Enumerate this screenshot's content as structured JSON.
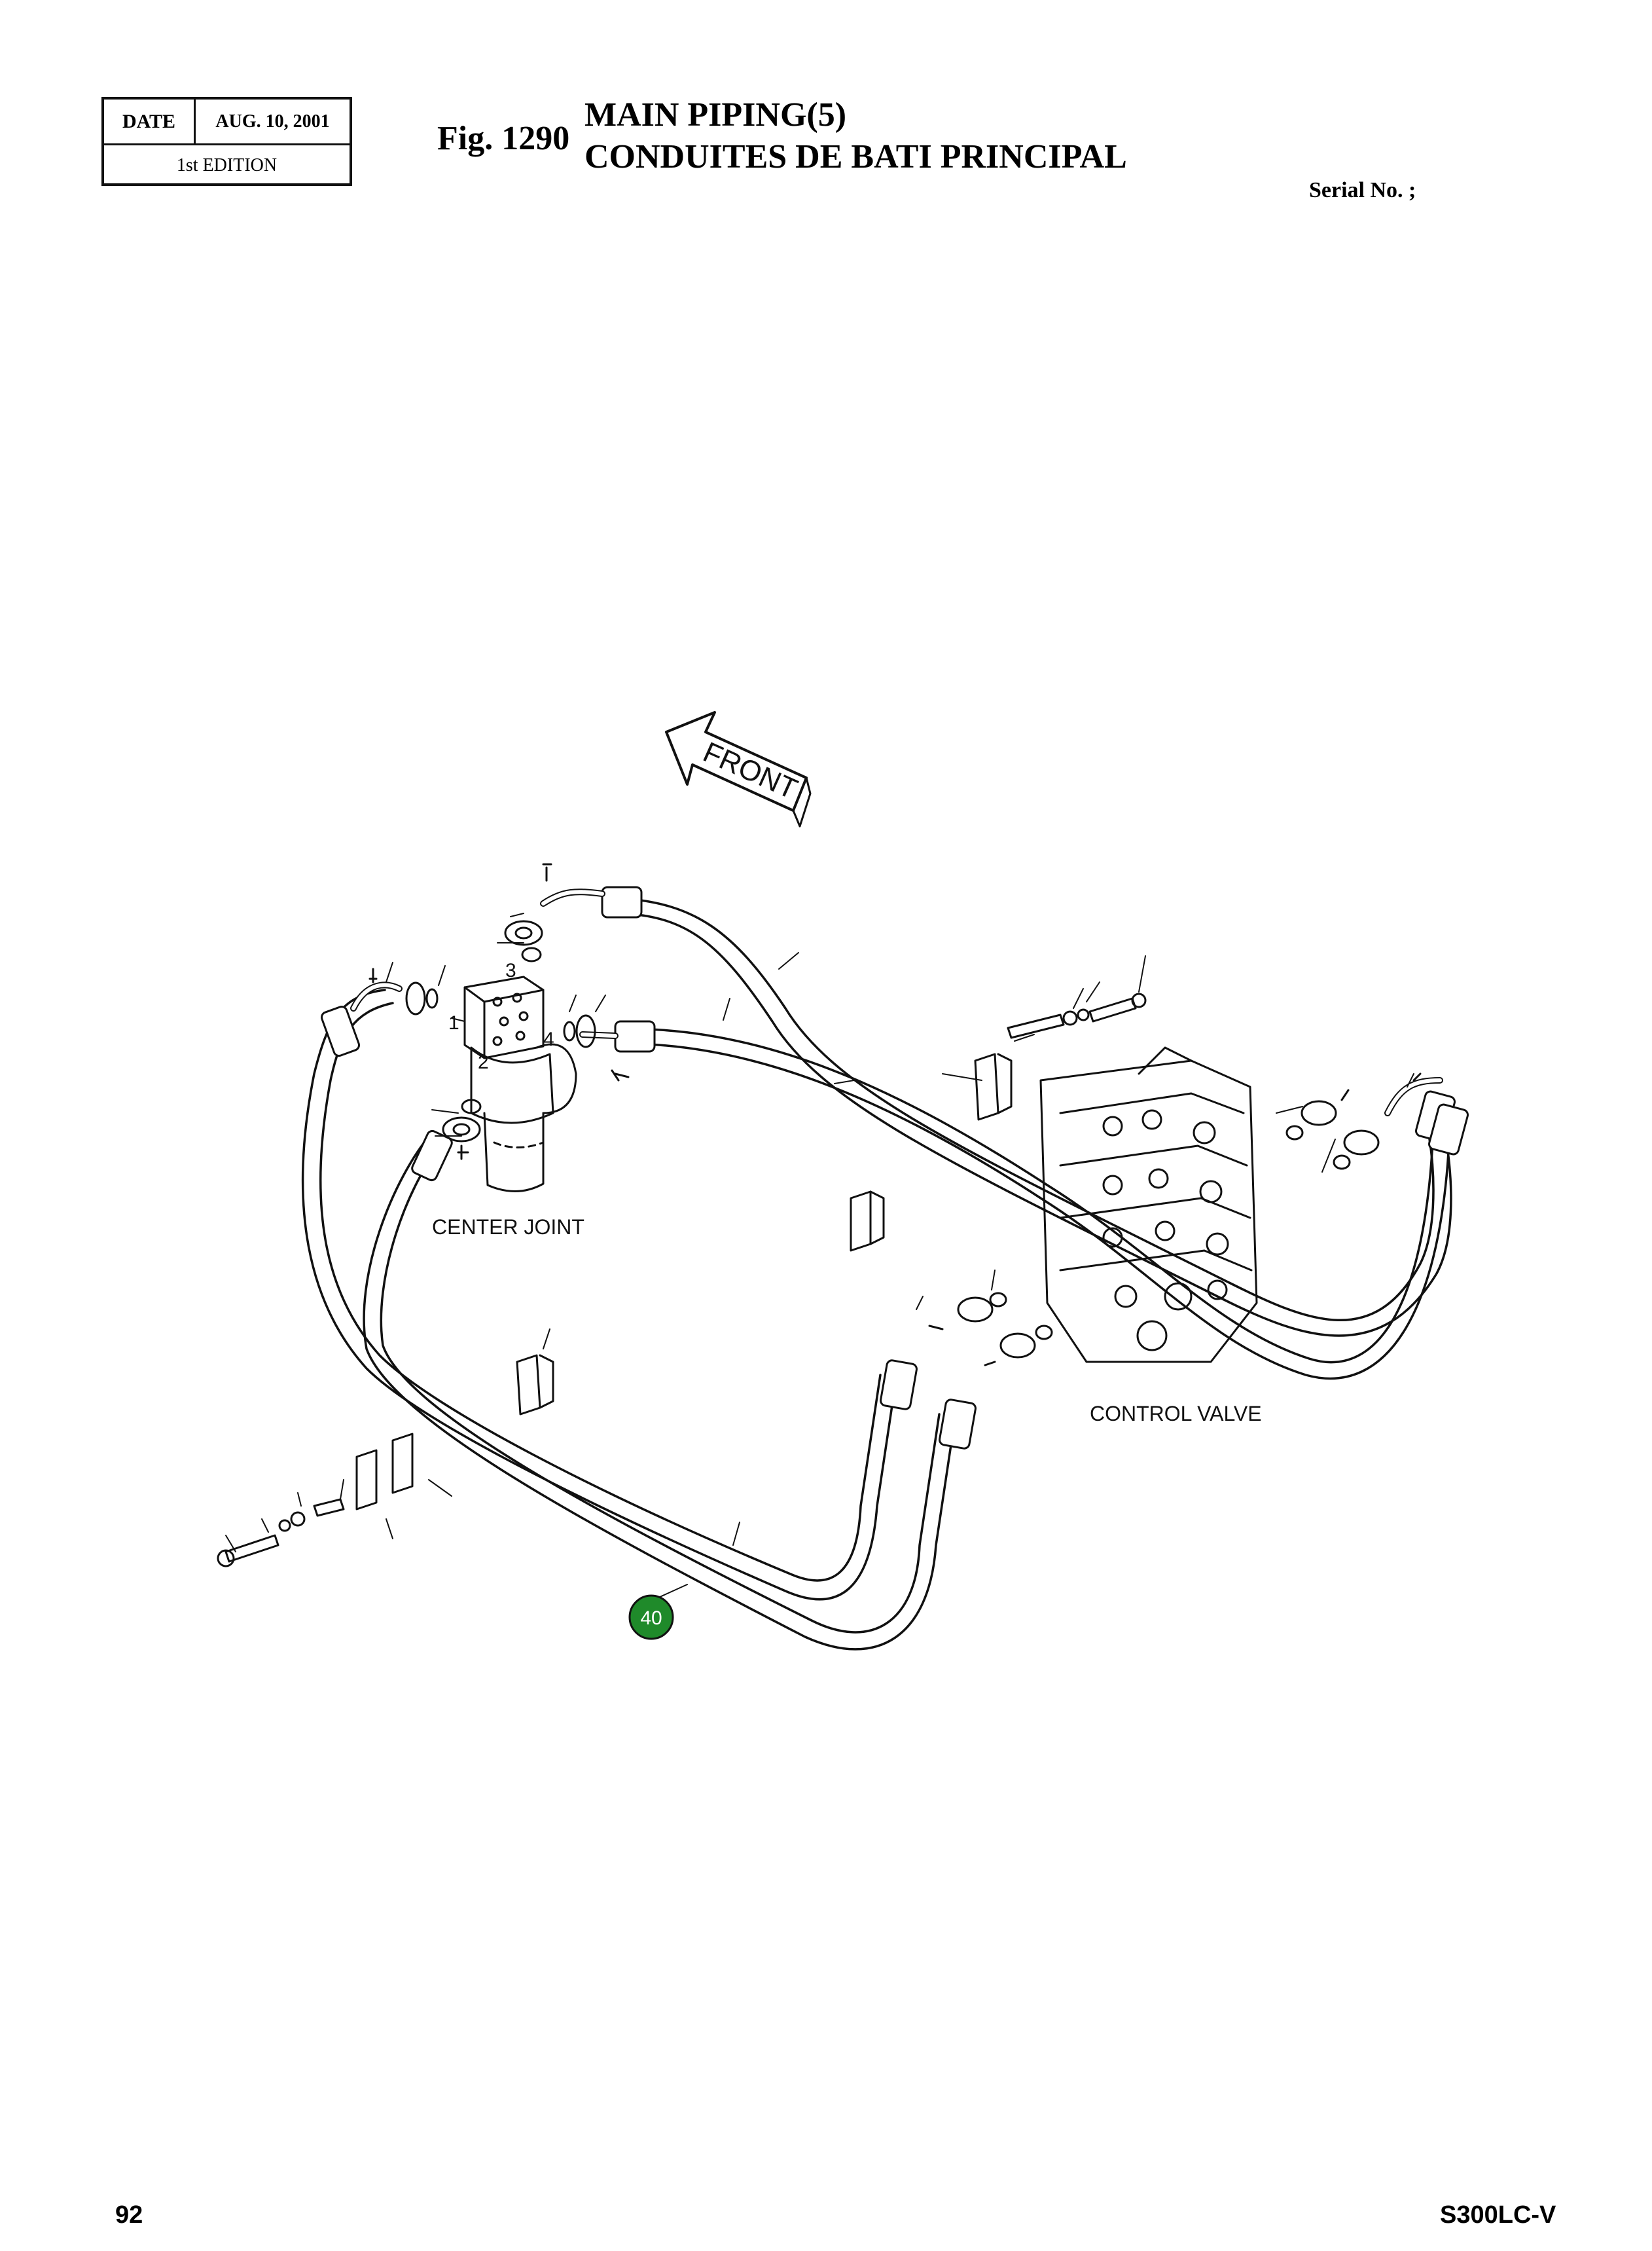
{
  "header": {
    "date_label": "DATE",
    "date_value": "AUG. 10, 2001",
    "edition": "1st EDITION",
    "fig_label": "Fig. 1290",
    "title_en": "MAIN PIPING(5)",
    "title_fr": "CONDUITES DE BATI PRINCIPAL",
    "serial": "Serial No. ;"
  },
  "diagram": {
    "front_label": "FRONT",
    "center_joint_label": "CENTER JOINT",
    "control_valve_label": "CONTROL VALVE",
    "port_labels": [
      "1",
      "2",
      "3",
      "4"
    ],
    "callout_number": "40",
    "callout_color": "#1f8a2a"
  },
  "footer": {
    "page_number": "92",
    "model": "S300LC-V"
  }
}
